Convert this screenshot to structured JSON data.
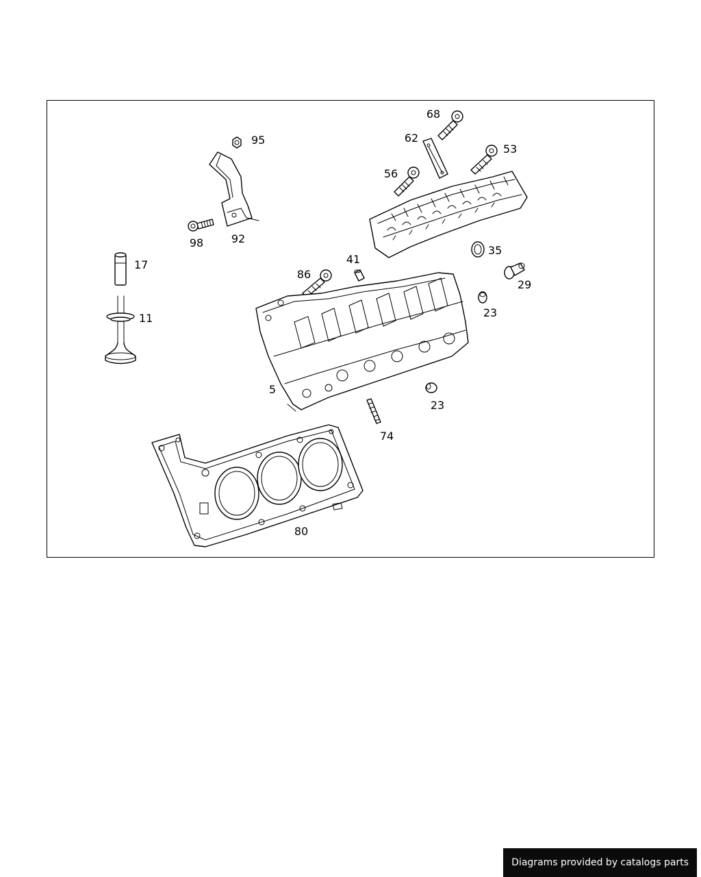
{
  "diagram": {
    "callouts": {
      "p5": "5",
      "p11": "11",
      "p17": "17",
      "p23a": "23",
      "p23b": "23",
      "p29": "29",
      "p35": "35",
      "p41": "41",
      "p53": "53",
      "p56": "56",
      "p62": "62",
      "p68": "68",
      "p74": "74",
      "p80": "80",
      "p86": "86",
      "p92": "92",
      "p95": "95",
      "p98": "98"
    }
  },
  "footer": {
    "credit": "Diagrams provided by catalogs parts"
  },
  "colors": {
    "line": "#000000",
    "background": "#ffffff",
    "badge_bg": "#0b0b0b",
    "badge_text": "#ffffff"
  }
}
